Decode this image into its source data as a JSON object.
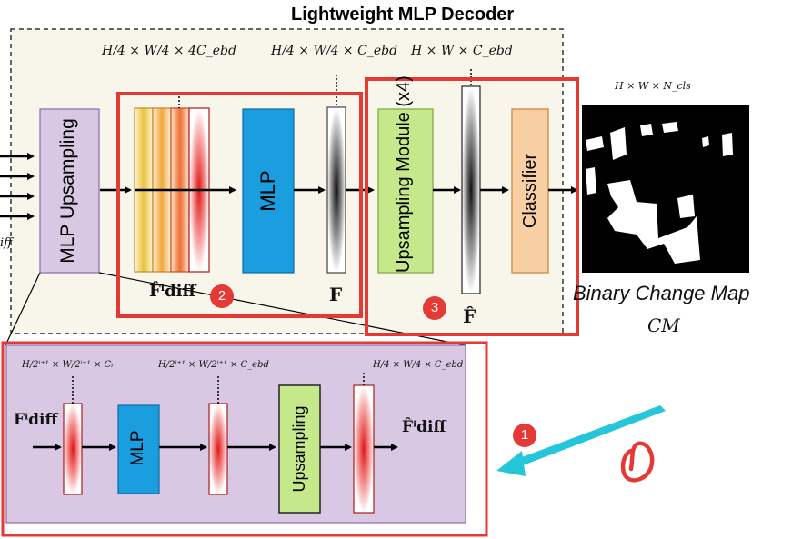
{
  "decoder": {
    "title": "Lightweight MLP Decoder",
    "dim_concat": "H/4 × W/4 × 4C_ebd",
    "dim_fused": "H/4 × W/4 × C_ebd",
    "dim_upsampled": "H × W × C_ebd",
    "dim_output": "H × W × N_cls",
    "mlp_upsampling_label": "MLP Upsampling",
    "mlp_label": "MLP",
    "upsampling_module_label": "Upsampling Module (x4)",
    "classifier_label": "Classifier",
    "feat_concat_label": "F̂ⁱdiff",
    "fused_feature_label": "F",
    "upsampled_feature_label": "F̂",
    "input_partial_label": "iff",
    "output_caption": "Binary Change Map",
    "output_symbol": "CM"
  },
  "detail": {
    "dim_input": "H/2ⁱ⁺¹ × W/2ⁱ⁺¹ × Cᵢ",
    "dim_mlp": "H/2ⁱ⁺¹ × W/2ⁱ⁺¹ × C_ebd",
    "dim_output": "H/4 × W/4 × C_ebd",
    "input_label": "Fⁱdiff",
    "mlp_label": "MLP",
    "upsampling_label": "Upsampling",
    "output_label": "F̂ⁱdiff"
  },
  "annotations": {
    "badge_1": "1",
    "badge_2": "2",
    "badge_3": "3",
    "handwritten_mark": "0"
  },
  "colors": {
    "annotation_red": "#e53935",
    "cyan_arrow": "#26c6da",
    "mlp_blue": "#1a9ee0",
    "upsampling_green": "#c5e88a",
    "classifier_orange": "#f8cfa3",
    "purple_panel": "#d9c8e4",
    "cream_panel": "#f8f5eb"
  }
}
